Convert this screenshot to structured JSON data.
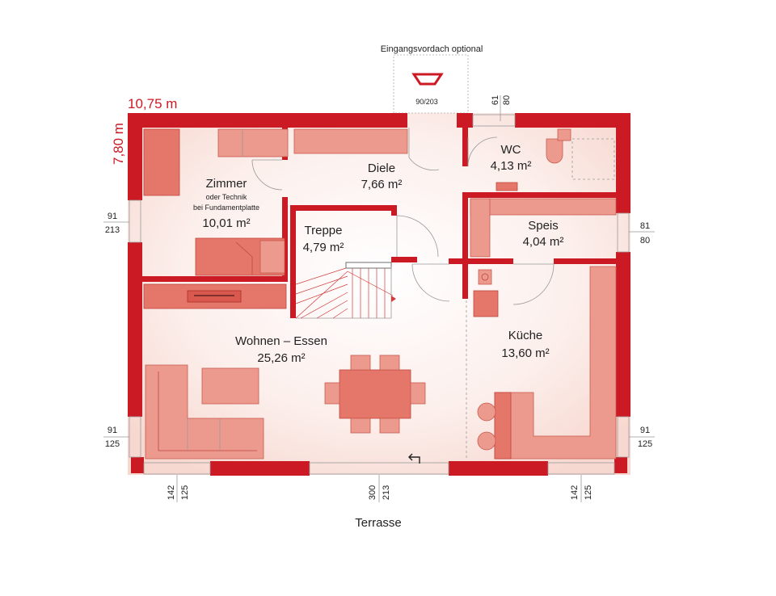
{
  "entrance_canopy": {
    "label": "Eingangsvordach optional",
    "size": "90/203"
  },
  "overall": {
    "width": "10,75 m",
    "depth": "7,80 m"
  },
  "rooms": [
    {
      "name": "Zimmer",
      "sub1": "oder Technik",
      "sub2": "bei Fundamentplatte",
      "area": "10,01 m²"
    },
    {
      "name": "Diele",
      "area": "7,66 m²"
    },
    {
      "name": "WC",
      "area": "4,13 m²"
    },
    {
      "name": "Treppe",
      "area": "4,79 m²"
    },
    {
      "name": "Speis",
      "area": "4,04 m²"
    },
    {
      "name": "Wohnen – Essen",
      "area": "25,26 m²"
    },
    {
      "name": "Küche",
      "area": "13,60 m²"
    }
  ],
  "dimensions": {
    "top_wc": [
      "61",
      "80"
    ],
    "left_upper": [
      "91",
      "213"
    ],
    "right_upper": [
      "81",
      "80"
    ],
    "left_lower": [
      "91",
      "125"
    ],
    "right_lower": [
      "91",
      "125"
    ],
    "bottom_left": [
      "142",
      "125"
    ],
    "bottom_center": [
      "300",
      "213"
    ],
    "bottom_right": [
      "142",
      "125"
    ]
  },
  "outside": {
    "terrace": "Terrasse"
  },
  "colors": {
    "wall": "#cc1a24",
    "furniture": "#e5766a",
    "floor": "#fbe7e1"
  }
}
